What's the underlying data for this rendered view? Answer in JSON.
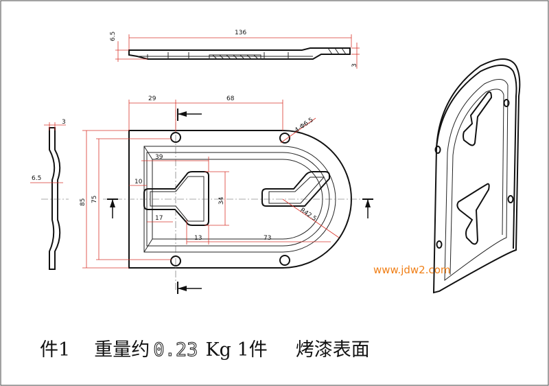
{
  "top_view": {
    "dim_length": "136",
    "dim_height": "6.5",
    "dim_thickness": "3"
  },
  "side_view": {
    "dim_top": "3",
    "dim_mid": "6.5"
  },
  "front_view": {
    "dim_29": "29",
    "dim_68": "68",
    "dim_holes": "4-Φ6.5",
    "dim_39": "39",
    "dim_10": "10",
    "dim_85": "85",
    "dim_75": "75",
    "dim_34": "34",
    "dim_17": "17",
    "dim_13": "13",
    "dim_73": "73",
    "dim_radius": "R42.5"
  },
  "watermark": "www.jdw2.com",
  "caption": {
    "part": "件1",
    "weight_label": "重量约",
    "weight_value": "0.23",
    "weight_unit": "Kg 1件",
    "finish": "烤漆表面"
  },
  "colors": {
    "dimension": "#d9342b",
    "watermark": "#f07f16",
    "outline": "#111111"
  }
}
